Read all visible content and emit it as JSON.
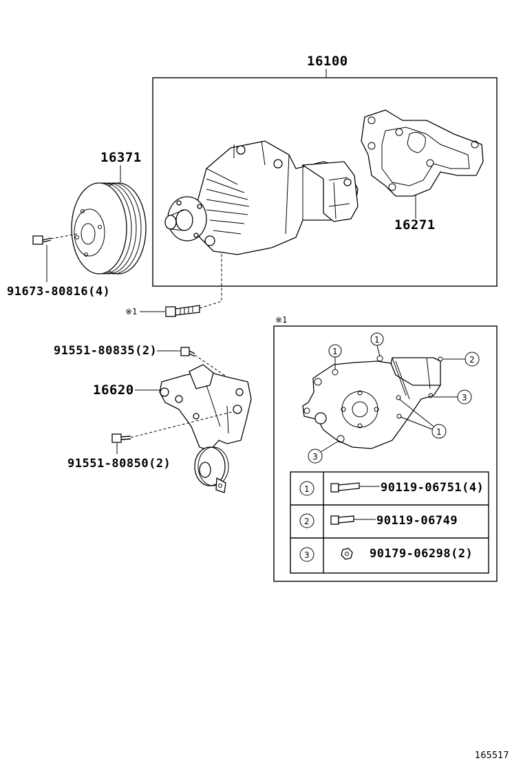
{
  "labels": {
    "water_pump_assy": "16100",
    "pulley": "16371",
    "gasket": "16271",
    "pulley_bolt": "91673-80816(4)",
    "bracket": "16620",
    "bracket_bolt_upper": "91551-80835(2)",
    "bracket_bolt_lower": "91551-80850(2)",
    "ref_mark": "※1",
    "detail_ref_mark": "※1",
    "diagram_id": "165517"
  },
  "detail_callouts": [
    "1",
    "1",
    "2",
    "3",
    "1",
    "3"
  ],
  "fastener_table": [
    {
      "key": "1",
      "part": "90119-06751(4)"
    },
    {
      "key": "2",
      "part": "90119-06749"
    },
    {
      "key": "3",
      "part": "90179-06298(2)"
    }
  ]
}
